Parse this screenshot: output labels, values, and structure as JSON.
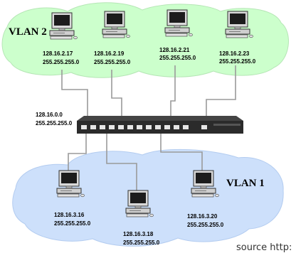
{
  "vlan2": {
    "label": "VLAN 2",
    "hosts": [
      {
        "ip": "128.16.2.17",
        "mask": "255.255.255.0"
      },
      {
        "ip": "128.16.2.19",
        "mask": "255.255.255.0"
      },
      {
        "ip": "128.16.2.21",
        "mask": "255.255.255.0"
      },
      {
        "ip": "128.16.2.23",
        "mask": "255.255.255.0"
      }
    ]
  },
  "vlan1": {
    "label": "VLAN 1",
    "hosts": [
      {
        "ip": "128.16.3.16",
        "mask": "255.255.255.0"
      },
      {
        "ip": "128.16.3.18",
        "mask": "255.255.255.0"
      },
      {
        "ip": "128.16.3.20",
        "mask": "255.255.255.0"
      }
    ]
  },
  "switch": {
    "ip": "128.16.0.0",
    "mask": "255.255.255.0"
  },
  "source": "source http:",
  "colors": {
    "vlan2_cloud": "#ccffcc",
    "vlan1_cloud": "#cce0ff",
    "switch": "#2b2b2b",
    "wire": "#9a9a9a"
  },
  "icons": [
    "desktop-computer-icon",
    "network-switch-icon"
  ]
}
